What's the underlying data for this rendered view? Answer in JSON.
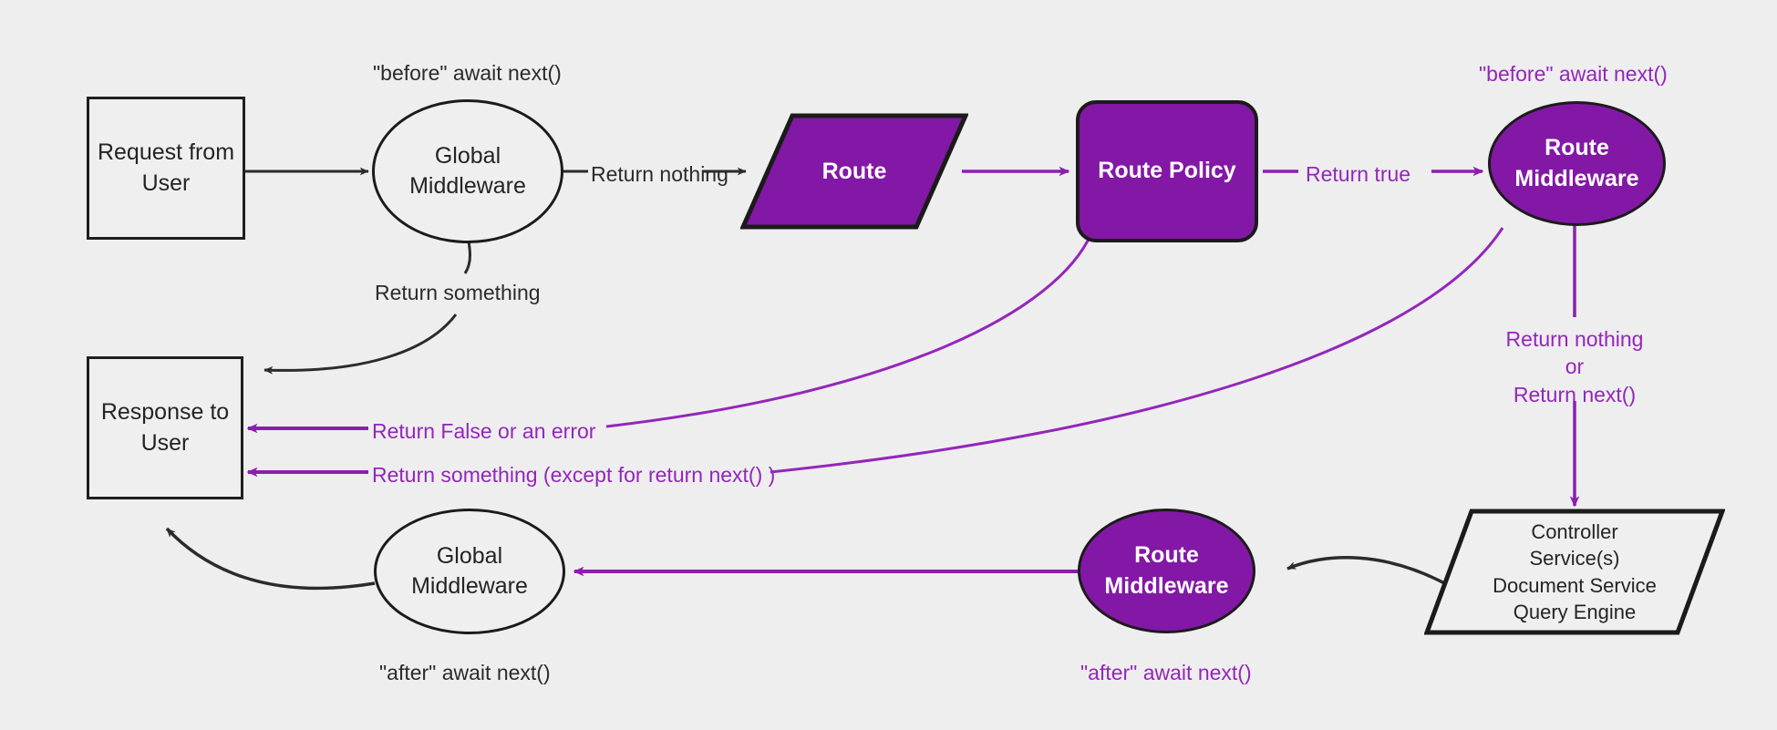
{
  "diagram": {
    "title": "Request / Middleware lifecycle flow",
    "colors": {
      "background": "#eeeeee",
      "purple_fill": "#8318a6",
      "purple_line": "#9426bb",
      "dark_line": "#2b2b2b",
      "node_fill": "#efefef",
      "node_text": "#242424",
      "purple_node_text": "#ffffff"
    },
    "nodes": [
      {
        "id": "request",
        "label": "Request from\nUser",
        "line1": "Request from",
        "line2": "User",
        "shape": "rectangle",
        "style": "plain"
      },
      {
        "id": "global-middleware-before",
        "label": "Global\nMiddleware",
        "line1": "Global",
        "line2": "Middleware",
        "shape": "ellipse",
        "style": "plain"
      },
      {
        "id": "route",
        "label": "Route",
        "shape": "parallelogram",
        "style": "purple"
      },
      {
        "id": "route-policy",
        "label": "Route Policy",
        "shape": "rounded-rectangle",
        "style": "purple"
      },
      {
        "id": "route-middleware-before",
        "label": "Route\nMiddleware",
        "line1": "Route",
        "line2": "Middleware",
        "shape": "ellipse",
        "style": "purple"
      },
      {
        "id": "controller-stack",
        "label": "Controller\nService(s)\nDocument Service\nQuery Engine",
        "line1": "Controller",
        "line2": "Service(s)",
        "line3": "Document Service",
        "line4": "Query Engine",
        "shape": "parallelogram",
        "style": "plain"
      },
      {
        "id": "route-middleware-after",
        "label": "Route\nMiddleware",
        "line1": "Route",
        "line2": "Middleware",
        "shape": "ellipse",
        "style": "purple"
      },
      {
        "id": "global-middleware-after",
        "label": "Global\nMiddleware",
        "line1": "Global",
        "line2": "Middleware",
        "shape": "ellipse",
        "style": "plain"
      },
      {
        "id": "response",
        "label": "Response to\nUser",
        "line1": "Response to",
        "line2": "User",
        "shape": "rectangle",
        "style": "plain"
      }
    ],
    "annotations": [
      {
        "id": "before-global",
        "text": "\"before\" await next()",
        "color": "dark"
      },
      {
        "id": "before-route-middleware",
        "text": "\"before\" await next()",
        "color": "purple"
      },
      {
        "id": "after-global",
        "text": "\"after\" await next()",
        "color": "dark"
      },
      {
        "id": "after-route-middleware",
        "text": "\"after\" await next()",
        "color": "purple"
      }
    ],
    "edges": [
      {
        "id": "request-to-global",
        "from": "request",
        "to": "global-middleware-before",
        "label": "",
        "color": "dark"
      },
      {
        "id": "global-to-route",
        "from": "global-middleware-before",
        "to": "route",
        "label": "Return nothing",
        "color": "dark"
      },
      {
        "id": "global-to-response",
        "from": "global-middleware-before",
        "to": "response",
        "label": "Return something",
        "color": "dark"
      },
      {
        "id": "route-to-policy",
        "from": "route",
        "to": "route-policy",
        "label": "",
        "color": "purple"
      },
      {
        "id": "policy-to-route-middleware",
        "from": "route-policy",
        "to": "route-middleware-before",
        "label": "Return true",
        "color": "purple"
      },
      {
        "id": "policy-to-response",
        "from": "route-policy",
        "to": "response",
        "label": "Return False or an error",
        "color": "purple"
      },
      {
        "id": "route-middleware-to-response",
        "from": "route-middleware-before",
        "to": "response",
        "label": "Return something (except for return next() )",
        "color": "purple"
      },
      {
        "id": "route-middleware-to-controller",
        "from": "route-middleware-before",
        "to": "controller-stack",
        "label": "Return nothing\nor\nReturn next()",
        "line1": "Return nothing",
        "line2": "or",
        "line3": "Return next()",
        "color": "purple"
      },
      {
        "id": "controller-to-route-middleware-after",
        "from": "controller-stack",
        "to": "route-middleware-after",
        "label": "",
        "color": "dark"
      },
      {
        "id": "route-middleware-after-to-global-after",
        "from": "route-middleware-after",
        "to": "global-middleware-after",
        "label": "",
        "color": "purple"
      },
      {
        "id": "global-after-to-response",
        "from": "global-middleware-after",
        "to": "response",
        "label": "",
        "color": "dark"
      }
    ]
  }
}
